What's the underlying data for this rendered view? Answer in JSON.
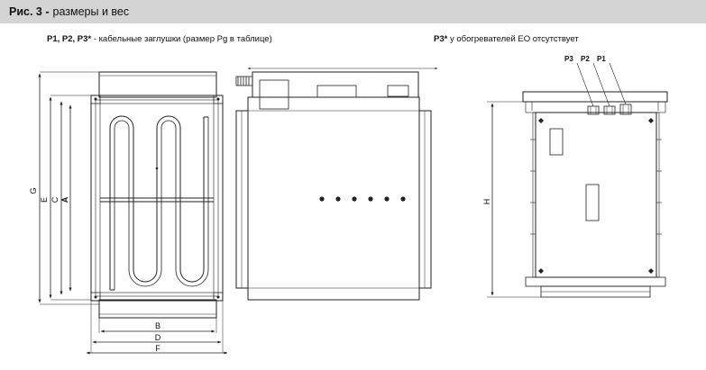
{
  "header": {
    "figure_number": "Рис. 3 -",
    "figure_title": "размеры и вес"
  },
  "notes": {
    "left_bold": "P1, P2, P3*",
    "left_text": "- кабельные заглушки (размер Pg в таблице)",
    "right_bold": "P3*",
    "right_text": "у обогревателей ЕО отсутствует"
  },
  "dimensions": {
    "G": "G",
    "E": "E",
    "C": "C",
    "A": "A",
    "B": "B",
    "D": "D",
    "F": "F",
    "H": "H"
  },
  "ports": {
    "p3": "P3",
    "p2": "P2",
    "p1": "P1"
  },
  "colors": {
    "header_bg": "#d4d4d4",
    "line": "#222222"
  }
}
